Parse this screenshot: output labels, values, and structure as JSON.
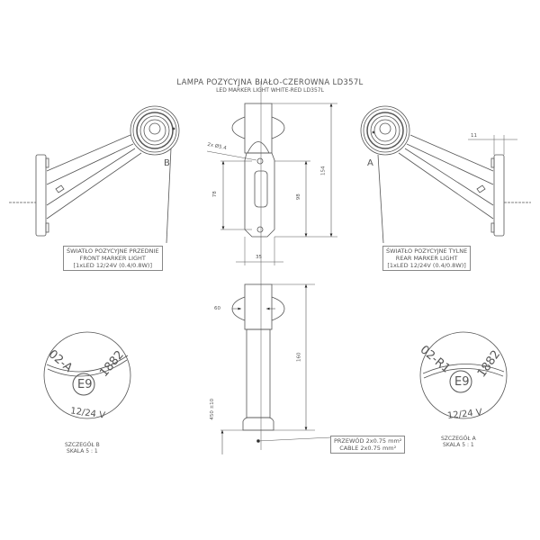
{
  "title": {
    "pl": "LAMPA POZYCYJNA BIAŁO-CZEROWNA LD357L",
    "en": "LED MARKER LIGHT WHITE-RED LD357L"
  },
  "views": {
    "front_view_label": "B",
    "rear_view_label": "A"
  },
  "dimensions": {
    "hole": "2x Ø5.4",
    "mount_hole_spacing": "78",
    "mount_height": "98",
    "total_height": "154",
    "mount_width": "35",
    "bracket_thickness": "11",
    "lens_diameter": "60",
    "stem_length": "160",
    "cable_length": "450 ±10"
  },
  "callouts": {
    "front": {
      "line1": "ŚWIATŁO POZYCYJNE PRZEDNIE",
      "line2": "FRONT MARKER LIGHT",
      "line3": "[1xLED 12/24V (0.4/0.8W)]"
    },
    "rear": {
      "line1": "ŚWIATŁO POZYCYJNE TYLNE",
      "line2": "REAR MARKER LIGHT",
      "line3": "[1xLED 12/24V (0.4/0.8W)]"
    },
    "cable": {
      "line1": "PRZEWÓD 2x0.75 mm²",
      "line2": "CABLE 2x0.75 mm²"
    }
  },
  "details": {
    "b": {
      "marking_code": "02-A",
      "approval": "E9",
      "number": "1882",
      "voltage": "12/24 V",
      "caption_line1": "SZCZEGÓŁ B",
      "caption_line2": "SKALA 5 : 1"
    },
    "a": {
      "marking_code": "02-R1",
      "approval": "E9",
      "number": "1882",
      "voltage": "12/24 V",
      "caption_line1": "SZCZEGÓŁ A",
      "caption_line2": "SKALA 5 : 1"
    }
  },
  "colors": {
    "line": "#555555",
    "background": "#ffffff"
  }
}
